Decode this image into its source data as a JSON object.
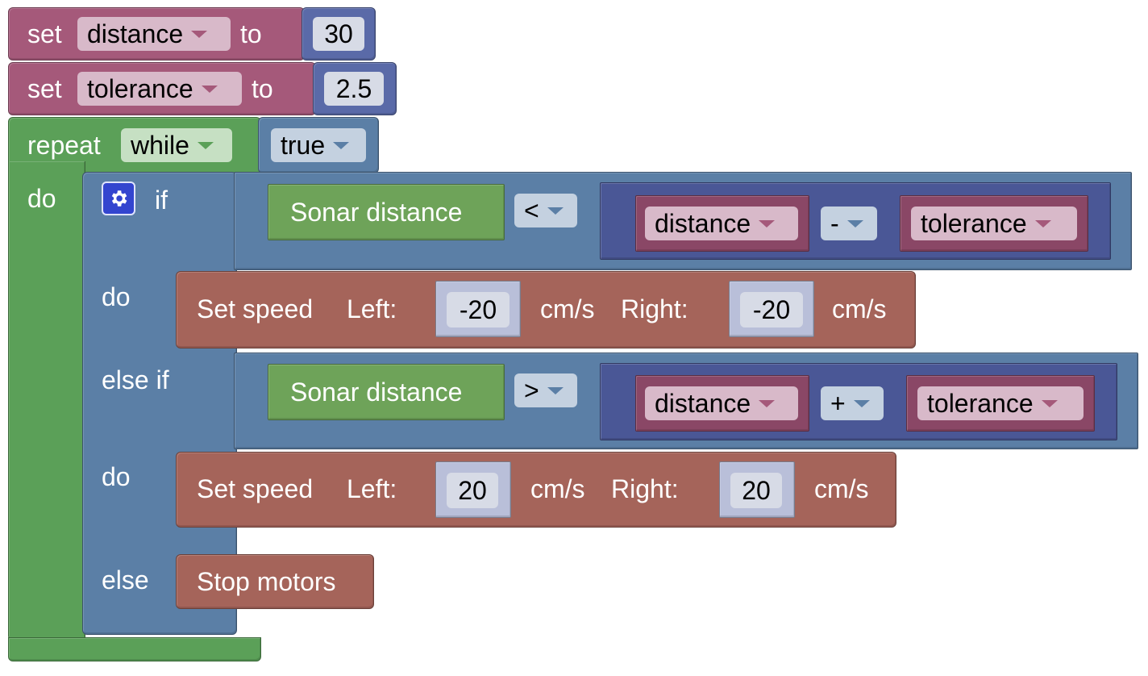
{
  "blocks": {
    "set_distance": {
      "set": "set",
      "var": "distance",
      "to": "to",
      "value": "30"
    },
    "set_tolerance": {
      "set": "set",
      "var": "tolerance",
      "to": "to",
      "value": "2.5"
    },
    "repeat": {
      "label": "repeat",
      "mode": "while",
      "condition": "true",
      "do": "do"
    },
    "if_block": {
      "if": "if",
      "do1": "do",
      "else_if": "else if",
      "do2": "do",
      "else": "else",
      "cond1": {
        "sensor": "Sonar distance",
        "op": "<",
        "left": "distance",
        "arith": "-",
        "right": "tolerance"
      },
      "cond2": {
        "sensor": "Sonar distance",
        "op": ">",
        "left": "distance",
        "arith": "+",
        "right": "tolerance"
      }
    },
    "speed1": {
      "label": "Set speed",
      "left_label": "Left:",
      "left": "-20",
      "unit1": "cm/s",
      "right_label": "Right:",
      "right": "-20",
      "unit2": "cm/s"
    },
    "speed2": {
      "label": "Set speed",
      "left_label": "Left:",
      "left": "20",
      "unit1": "cm/s",
      "right_label": "Right:",
      "right": "20",
      "unit2": "cm/s"
    },
    "stop": {
      "label": "Stop motors"
    }
  },
  "icons": {
    "mutator": "gear-icon",
    "dropdown": "chevron-down-icon"
  },
  "colors": {
    "variables": "#a5597a",
    "math": "#5a6aa8",
    "loops": "#5ba058",
    "logic": "#5b7fa6",
    "motors": "#a5645a",
    "sensors": "#6ea359"
  }
}
